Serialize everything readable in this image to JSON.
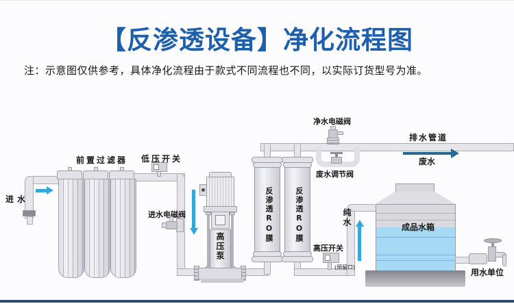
{
  "header": {
    "title": "【反渗透设备】净化流程图",
    "note": "注：示意图仅供参考，具体净化流程由于款式不同流程也不同，以实际订货型号为准。"
  },
  "labels": {
    "inlet_water": "进水",
    "pre_filter": "前置过滤器",
    "low_pressure_switch": "低压开关",
    "inlet_solenoid_valve": "进水电磁阀",
    "high_pressure_pump": "高压泵",
    "ro_membrane_1": "反渗透RO膜",
    "ro_membrane_2": "反渗透RO膜",
    "pure_water_solenoid_valve": "净水电磁阀",
    "waste_regulating_valve": "废水调节阀",
    "drain_pipe": "排水管道",
    "waste_water": "废水",
    "high_pressure_switch": "高压开关",
    "reserved_port": "(预留口)",
    "pure_water": "纯水",
    "product_water_tank": "成品水箱",
    "water_use_unit": "用水单位"
  },
  "colors": {
    "title_blue": "#1d5fad",
    "flow_arrow_cyan": "#35a7dd",
    "waste_arrow_teal": "#266c92",
    "tank_water_blue": "#a6d9f3",
    "footer_bar_navy": "#2e4d70",
    "pipe_gray": "#e6e6ea"
  }
}
